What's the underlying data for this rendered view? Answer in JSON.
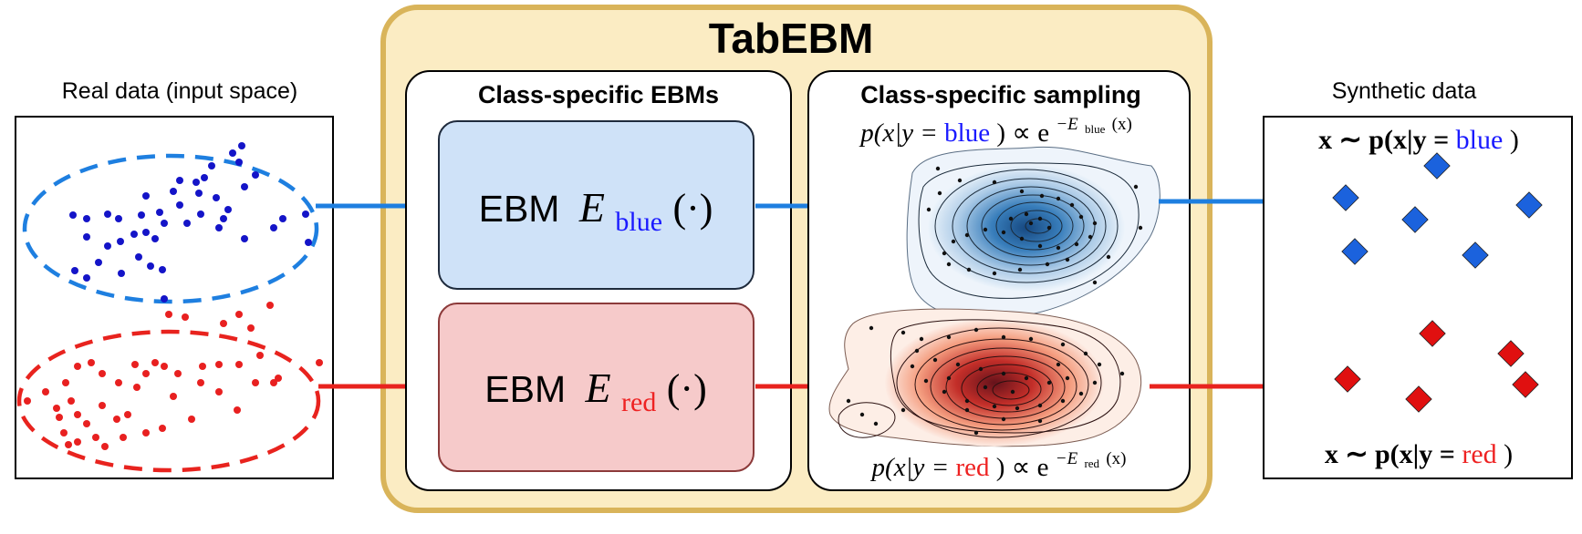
{
  "title": "TabEBM",
  "left_panel": {
    "label": "Real data (input space)"
  },
  "ebm_panel": {
    "title": "Class-specific EBMs",
    "blue_box": {
      "prefix": "EBM",
      "symbol": "E",
      "subscript": "blue",
      "suffix": "(·)"
    },
    "red_box": {
      "prefix": "EBM",
      "symbol": "E",
      "subscript": "red",
      "suffix": "(·)"
    }
  },
  "sampling_panel": {
    "title": "Class-specific sampling",
    "blue_formula": {
      "lhs": "p(x|y = ",
      "cls": "blue",
      "mid": ") ∝ e",
      "exp": "−E",
      "exp_sub": "blue",
      "exp_tail": "(x)"
    },
    "red_formula": {
      "lhs": "p(x|y = ",
      "cls": "red",
      "mid": ") ∝ e",
      "exp": "−E",
      "exp_sub": "red",
      "exp_tail": "(x)"
    }
  },
  "right_panel": {
    "label": "Synthetic data",
    "blue_formula": {
      "lhs": "x ∼ p(x|y = ",
      "cls": "blue",
      "rhs": ")"
    },
    "red_formula": {
      "lhs": "x ∼ p(x|y = ",
      "cls": "red",
      "rhs": ")"
    }
  },
  "colors": {
    "blue_class": "#1a1aff",
    "red_class": "#ee2222",
    "blue_arrow": "#1e7fe0",
    "red_arrow": "#e8231e",
    "frame_fill": "#fbecc3",
    "frame_stroke": "#d9b45a",
    "blue_box_fill": "#cfe2f8",
    "red_box_fill": "#f6caca"
  }
}
